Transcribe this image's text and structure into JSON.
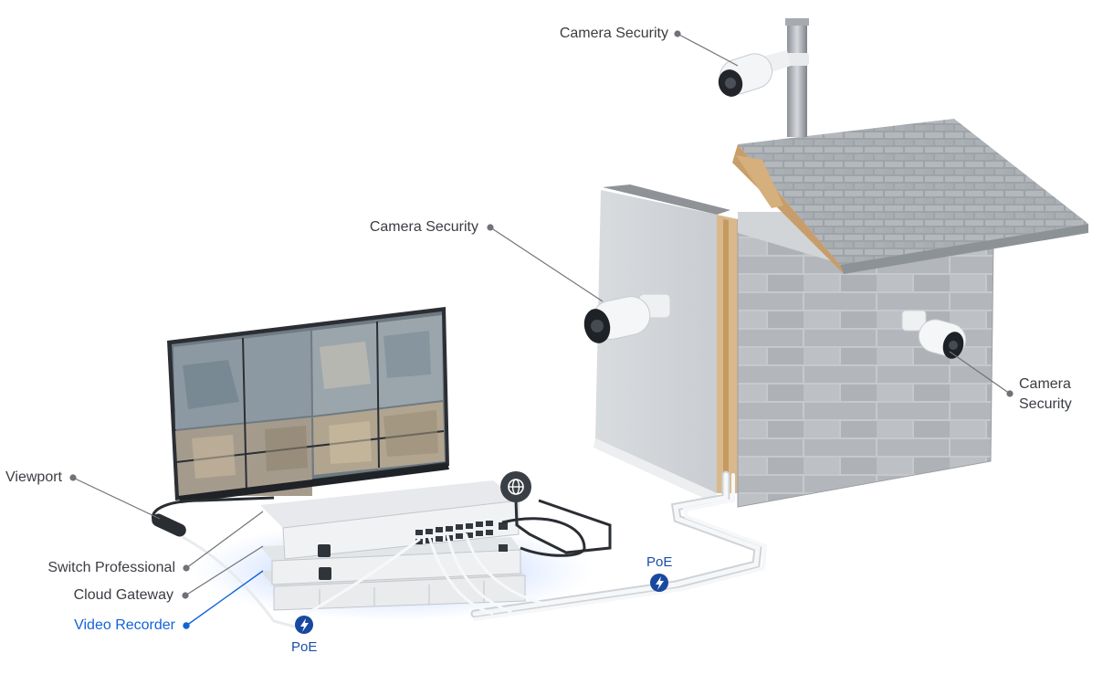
{
  "labels": {
    "camera_top": "Camera Security",
    "camera_left": "Camera Security",
    "camera_right_line1": "Camera",
    "camera_right_line2": "Security",
    "viewport": "Viewport",
    "switch": "Switch Professional",
    "gateway": "Cloud Gateway",
    "recorder": "Video Recorder",
    "poe_left": "PoE",
    "poe_right": "PoE"
  },
  "icons": {
    "globe": "globe-icon",
    "poe": "lightning-bolt-icon"
  },
  "colors": {
    "accent": "#1463d8",
    "text": "#3a3d42",
    "glow": "#3f7bff",
    "poe_badge": "#1848a0"
  }
}
